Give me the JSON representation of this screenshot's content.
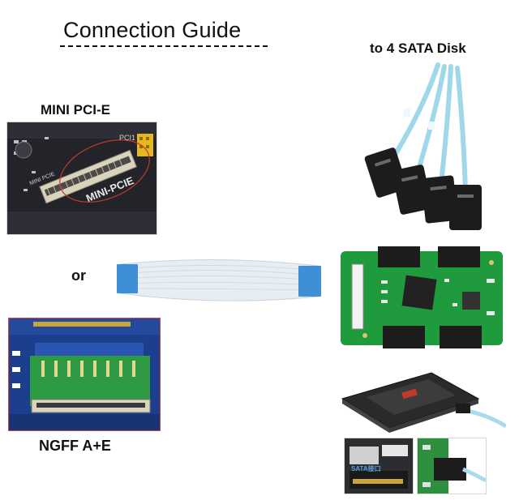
{
  "title": "Connection Guide",
  "labels": {
    "sata_disk": "to 4 SATA Disk",
    "mini_pcie": "MINI PCI-E",
    "or": "or",
    "ngff": "NGFF A+E"
  },
  "board_silkscreen": {
    "mini_pcie_slot": "MINI-PCIE",
    "mini_pcie_small": "MINI PCIE",
    "pci_header": "PCI1",
    "sata_badge": "SATA接口"
  },
  "colors": {
    "ribbon": "#e4ebf1",
    "ribbon_tab": "#3f8fd6",
    "pcb_green": "#1f9a3c",
    "sata_connector": "#1c1c1c",
    "sata_cable": "#9fd8ea",
    "motherboard_blue": "#1b3f8c"
  }
}
